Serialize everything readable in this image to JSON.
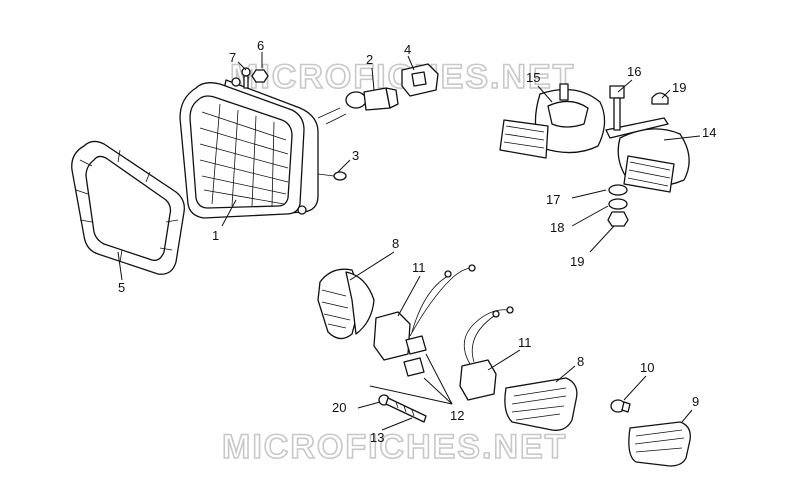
{
  "watermark": {
    "top": "MICROFICHES.NET",
    "bottom": "MICROFICHES.NET"
  },
  "callouts": {
    "c1": "1",
    "c2": "2",
    "c3": "3",
    "c4": "4",
    "c5": "5",
    "c6": "6",
    "c7": "7",
    "c8a": "8",
    "c8b": "8",
    "c9": "9",
    "c10": "10",
    "c11a": "11",
    "c11b": "11",
    "c12": "12",
    "c13": "13",
    "c14": "14",
    "c15": "15",
    "c16": "16",
    "c17": "17",
    "c18": "18",
    "c19a": "19",
    "c19b": "19",
    "c20": "20"
  },
  "colors": {
    "ink": "#111111",
    "watermark": "#c8c8c8",
    "background": "#ffffff"
  }
}
